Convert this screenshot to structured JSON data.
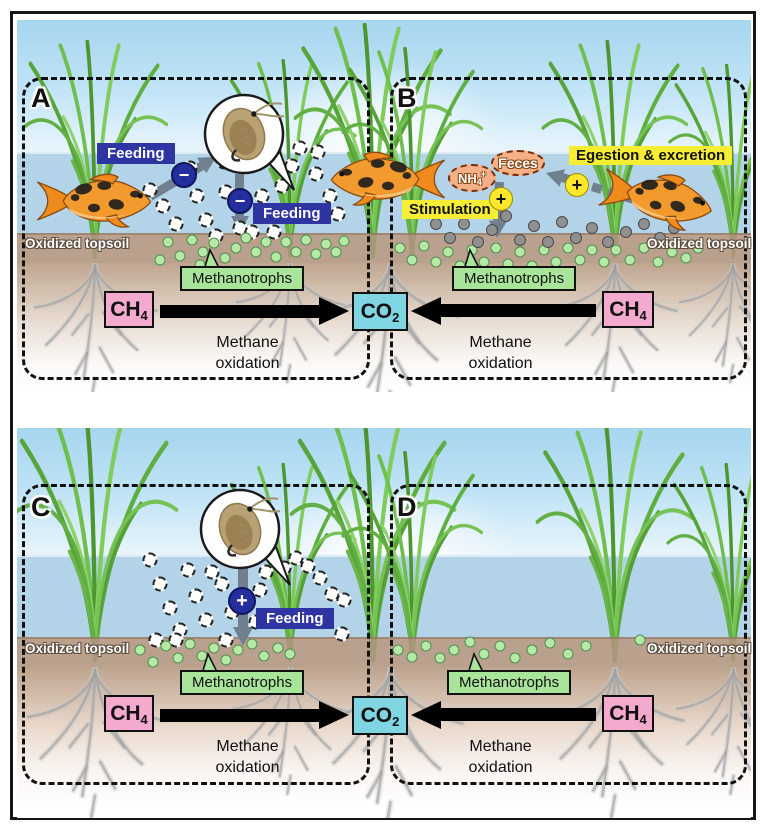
{
  "shared": {
    "feeding": "Feeding",
    "methanotrophs": "Methanotrophs",
    "oxidized_topsoil": "Oxidized topsoil",
    "methane": "Methane",
    "oxidation": "oxidation",
    "minus": "−",
    "plus": "+"
  },
  "chem": {
    "ch4_base": "CH",
    "ch4_sub": "4",
    "co2_base": "CO",
    "co2_sub": "2",
    "nh4_base": "NH",
    "nh4_sub": "4",
    "nh4_sup": "+"
  },
  "panels": {
    "a": {
      "letter": "A"
    },
    "b": {
      "letter": "B",
      "feces": "Feces",
      "egestion": "Egestion & excretion",
      "stimulation": "Stimulation"
    },
    "c": {
      "letter": "C"
    },
    "d": {
      "letter": "D"
    }
  },
  "icons": {
    "koi_fish": "koi-fish-icon",
    "zooplankton_magnifier": "zooplankton-magnifier-icon",
    "zooplankton_dot": "dashed-circle",
    "methanotroph_dot": "green-circle",
    "feces_dot": "gray-circle",
    "rice_plant": "grass-blades",
    "roots": "root-branches"
  },
  "colors": {
    "feeding_navy": "#2e35a3",
    "badge_navy": "#252e9d",
    "highlight_yellow": "#f6ee35",
    "plus_yellow": "#ffe72b",
    "methanotroph_green": "#a9e49b",
    "ch4_pink": "#f4a9ce",
    "co2_cyan": "#7fd5e2",
    "organic_orange": "#f5b088",
    "arrow_gray": "#70808f",
    "water_blue": "#b3d3e9",
    "topsoil_brown": "#af947e"
  }
}
